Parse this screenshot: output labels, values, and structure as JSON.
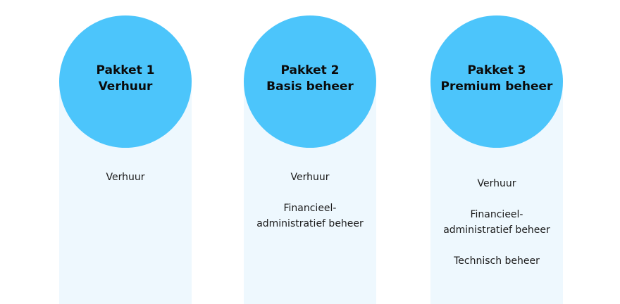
{
  "packages": [
    {
      "title_line1": "Pakket 1",
      "title_line2": "Verhuur",
      "features": [
        "Verhuur"
      ]
    },
    {
      "title_line1": "Pakket 2",
      "title_line2": "Basis beheer",
      "features": [
        "Verhuur",
        "Financieel-\nadministratief beheer"
      ]
    },
    {
      "title_line1": "Pakket 3",
      "title_line2": "Premium beheer",
      "features": [
        "Verhuur",
        "Financieel-\nadministratief beheer",
        "Technisch beheer"
      ]
    }
  ],
  "colors": {
    "circle": "#4cc5fb",
    "column_background": "#eef8fe",
    "text": "#1a1a1a"
  }
}
